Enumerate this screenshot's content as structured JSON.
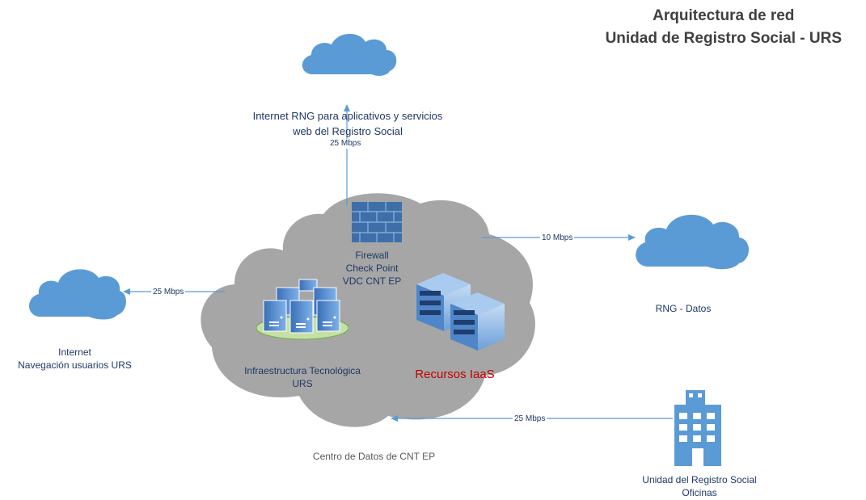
{
  "title": {
    "line1": "Arquitectura de red",
    "line2": "Unidad de Registro Social - URS"
  },
  "nodes": {
    "internet_rng": {
      "label": "Internet RNG para aplicativos y servicios\nweb del Registro Social",
      "speed": "25 Mbps",
      "icon": "cloud-icon"
    },
    "firewall": {
      "label": "Firewall\nCheck Point\nVDC CNT EP",
      "icon": "firewall-icon"
    },
    "rng_datos": {
      "label": "RNG - Datos",
      "speed": "10 Mbps",
      "icon": "cloud-icon"
    },
    "internet_urs": {
      "label": "Internet\nNavegación usuarios URS",
      "speed": "25 Mbps",
      "icon": "cloud-icon"
    },
    "infraestructura": {
      "label": "Infraestructura Tecnológica\nURS",
      "icon": "server-cluster-icon"
    },
    "iaas": {
      "label": "Recursos IaaS",
      "icon": "server-rack-icon"
    },
    "datacenter": {
      "label": "Centro de Datos de CNT EP",
      "icon": "datacenter-cloud-icon"
    },
    "oficinas": {
      "label": "Unidad del Registro Social\nOficinas",
      "speed": "25 Mbps",
      "icon": "building-icon"
    }
  },
  "colors": {
    "cloud_blue": "#5b9bd5",
    "datacenter_gray": "#a6a6a6",
    "line_blue": "#5b9bd5",
    "label_navy": "#1f3864",
    "iaas_red": "#c00000"
  }
}
